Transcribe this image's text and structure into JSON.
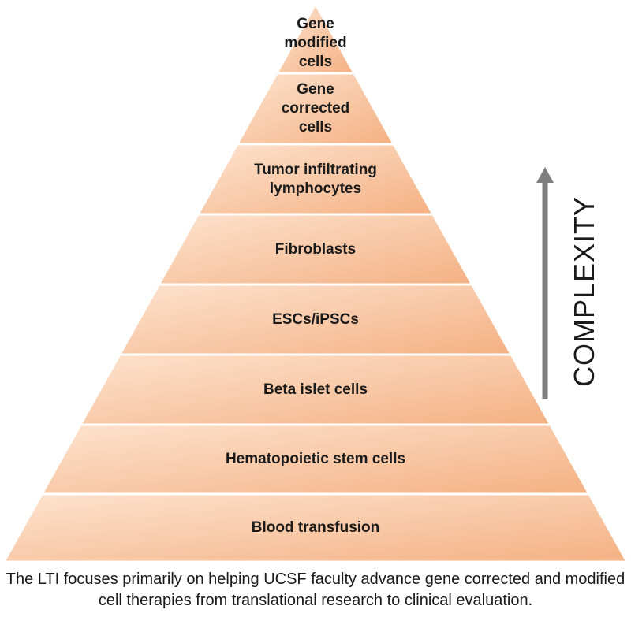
{
  "tiers": [
    {
      "label": "Gene\nmodified\ncells"
    },
    {
      "label": "Gene\ncorrected\ncells"
    },
    {
      "label": "Tumor infiltrating\nlymphocytes"
    },
    {
      "label": "Fibroblasts"
    },
    {
      "label": "ESCs/iPSCs"
    },
    {
      "label": "Beta islet cells"
    },
    {
      "label": "Hematopoietic stem cells"
    },
    {
      "label": "Blood transfusion"
    }
  ],
  "axis": {
    "label": "COMPLEXITY",
    "direction": "up",
    "arrow_color": "#7f7f7f"
  },
  "colors": {
    "tier_fill_light": "#fde3cf",
    "tier_fill_dark": "#f4b183",
    "tier_border": "#ffffff"
  },
  "caption": "The LTI focuses primarily on helping UCSF faculty advance gene corrected and modified cell therapies from translational research to clinical evaluation."
}
